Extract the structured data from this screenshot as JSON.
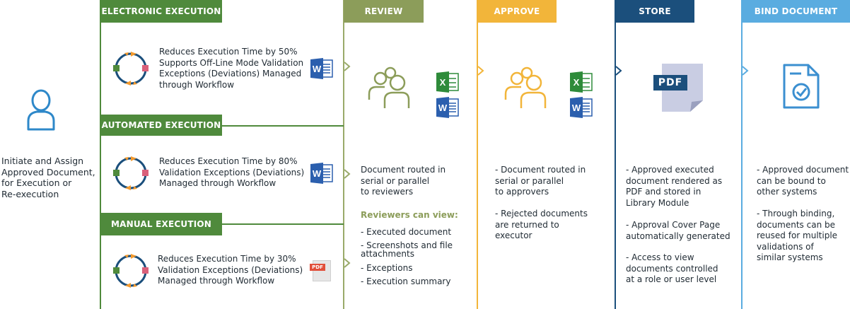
{
  "initiator": {
    "icon": "person-icon",
    "text": "Initiate and Assign\nApproved Document,\nfor Execution or\nRe-execution"
  },
  "execution": {
    "electronic": {
      "header": "ELECTRONIC EXECUTION",
      "text": "Reduces Execution Time by 50%\nSupports Off-Line Mode Validation\nExceptions (Deviations) Managed\nthrough Workflow",
      "doc_icon": "word-icon"
    },
    "automated": {
      "header": "AUTOMATED EXECUTION",
      "text": "Reduces Execution Time by 80%\nValidation Exceptions (Deviations)\nManaged through Workflow",
      "doc_icon": "word-icon"
    },
    "manual": {
      "header": "MANUAL EXECUTION",
      "text": "Reduces Execution Time by 30%\nValidation Exceptions (Deviations)\nManaged through Workflow",
      "doc_icon": "pdf-icon",
      "doc_icon_label": "PDF"
    }
  },
  "review": {
    "header": "REVIEW",
    "text": "Document routed in\nserial or parallel\nto reviewers",
    "subheading": "Reviewers can view:",
    "items": [
      "- Executed document",
      "- Screenshots and file\n  attachments",
      "- Exceptions",
      "- Execution summary"
    ]
  },
  "approve": {
    "header": "APPROVE",
    "text1": "-  Document routed in\n  serial or parallel\n  to approvers",
    "text2": "- Rejected documents\n  are returned to\n  executor"
  },
  "store": {
    "header": "STORE",
    "pdf_label": "PDF",
    "text1": "- Approved executed\n  document rendered as\n  PDF and stored in\n  Library Module",
    "text2": "- Approval Cover Page\n  automatically generated",
    "text3": "- Access to view\n  documents controlled\n  at a role or user level"
  },
  "bind": {
    "header": "BIND DOCUMENT",
    "text1": "- Approved document\n  can be bound to\n  other systems",
    "text2": "- Through binding,\n  documents can be\n  reused for multiple\n  validations of\n  similar systems"
  },
  "colors": {
    "green": "#4f8a3c",
    "olive": "#8c9d5a",
    "yellow": "#f2b53a",
    "navy": "#1b4f7c",
    "lightblue": "#5aace0",
    "person": "#2e88c9"
  }
}
